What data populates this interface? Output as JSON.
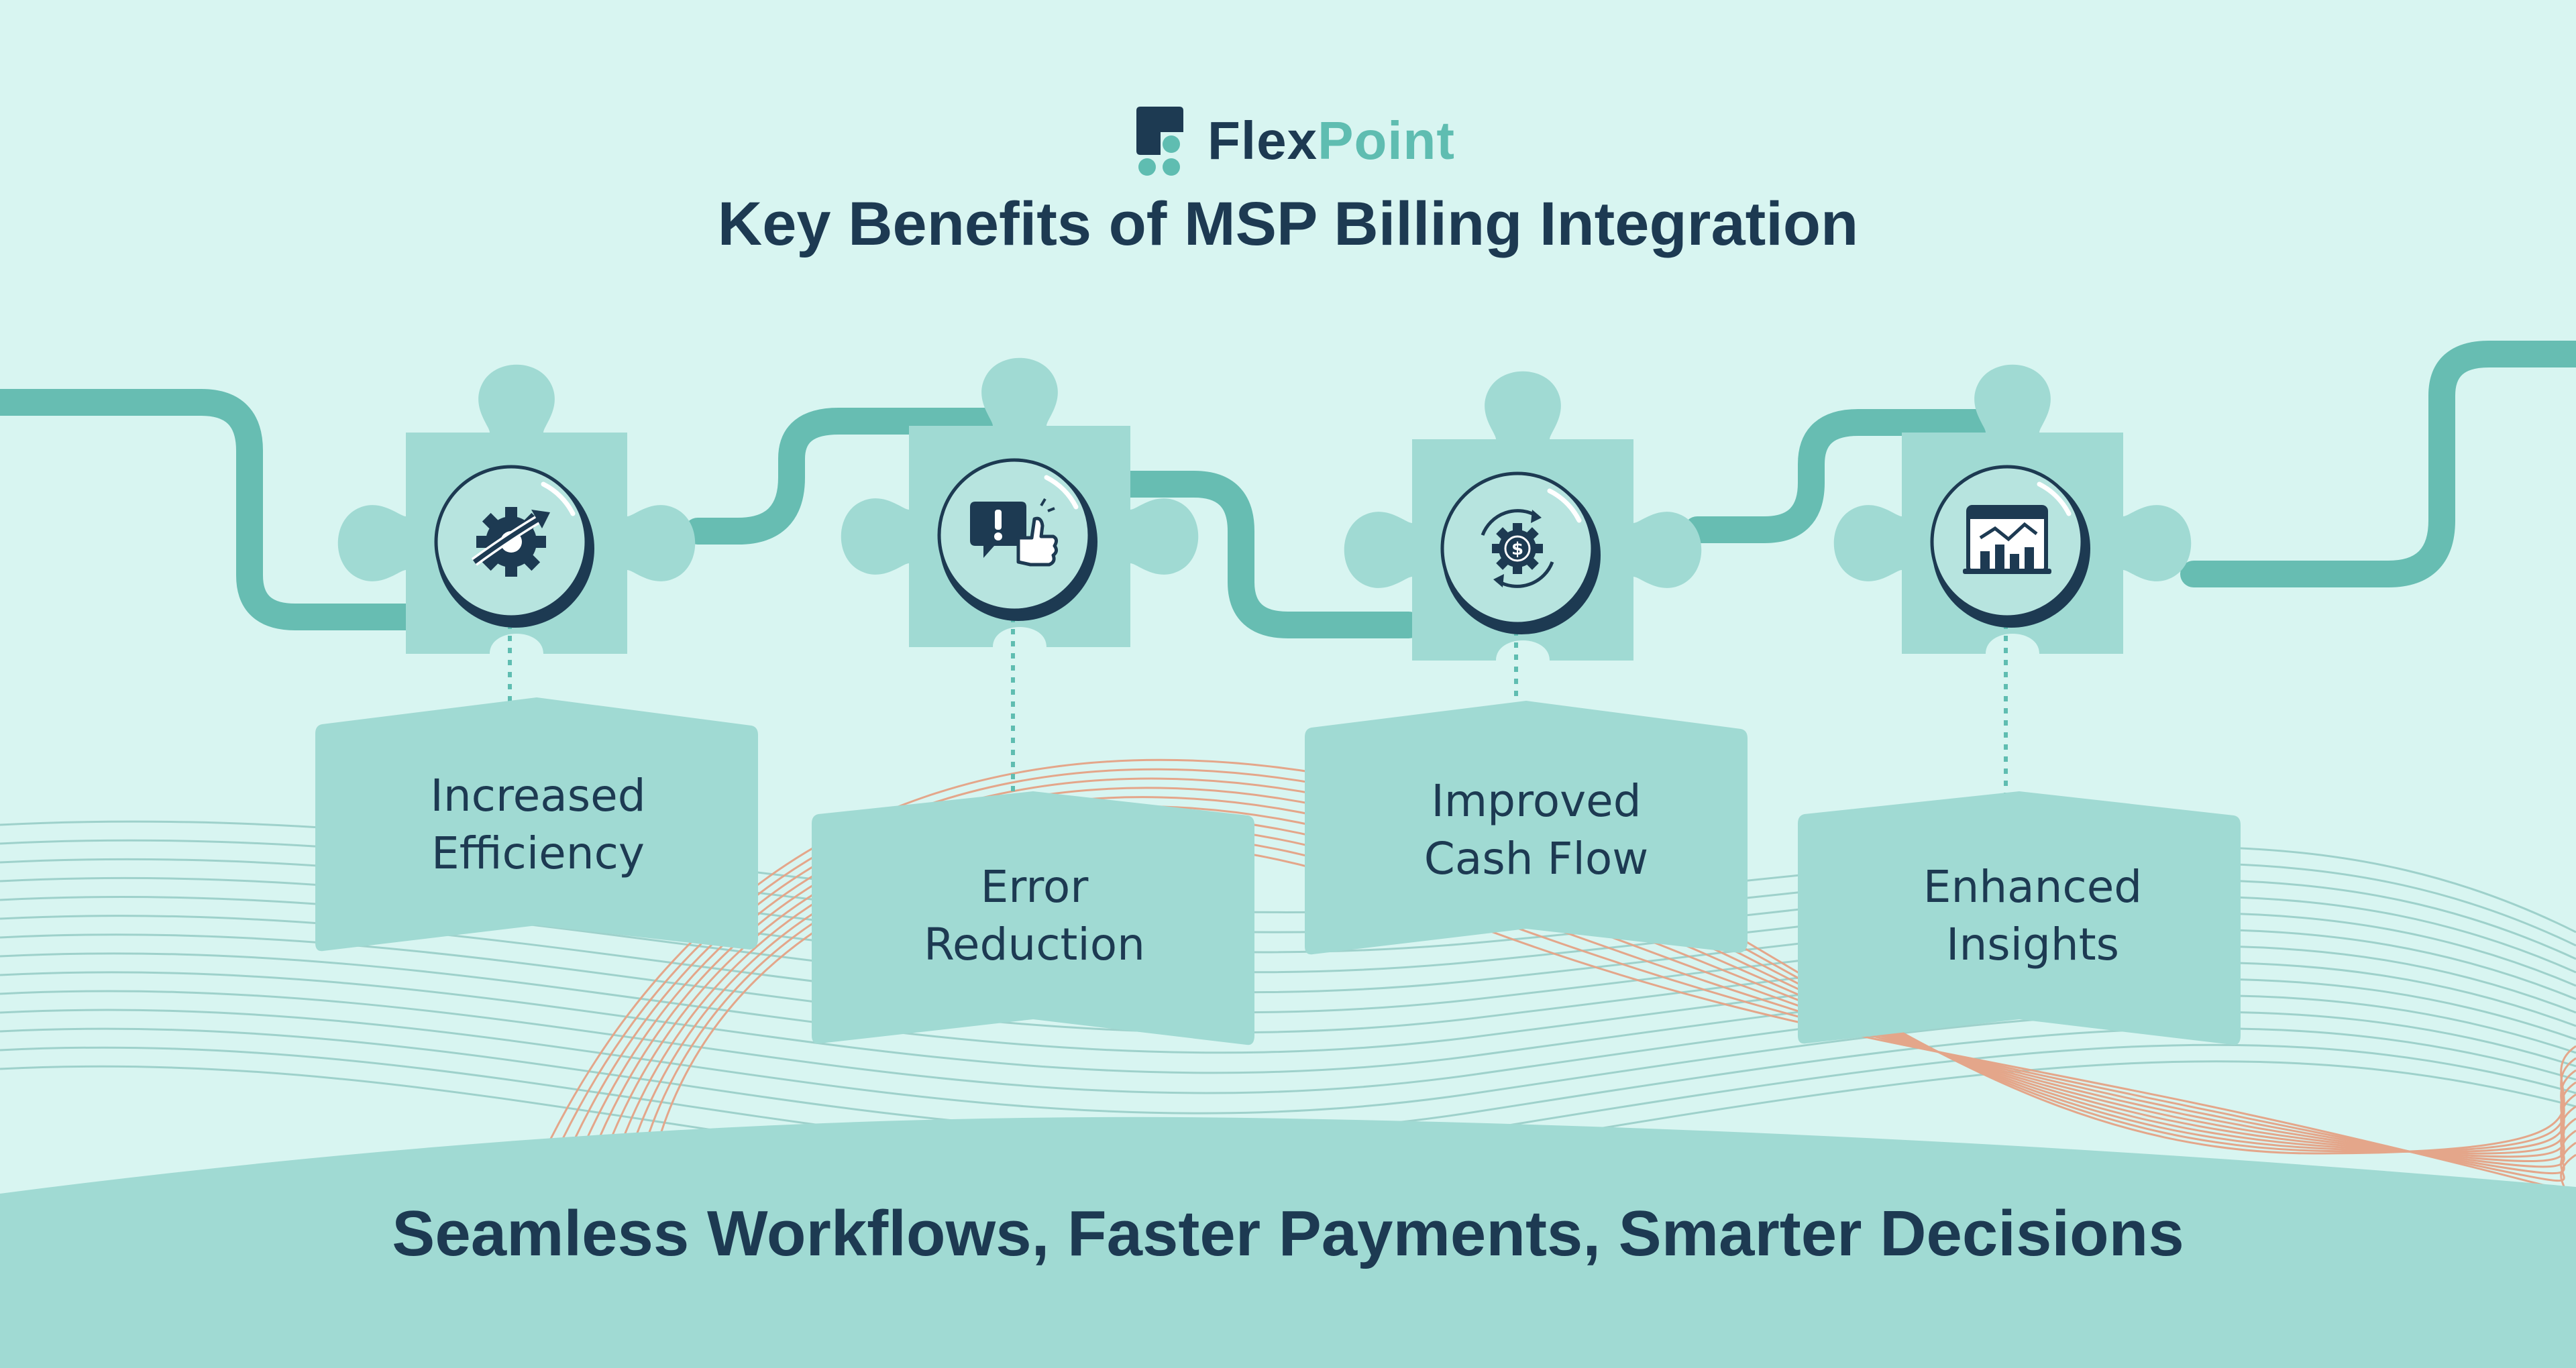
{
  "brand": {
    "name_part1": "Flex",
    "name_part2": "Point",
    "logo_icon": "flexpoint-logo-icon"
  },
  "title": "Key Benefits of MSP Billing Integration",
  "benefits": [
    {
      "line1": "Increased",
      "line2": "Efficiency",
      "icon": "gear-growth-arrow-icon"
    },
    {
      "line1": "Error",
      "line2": "Reduction",
      "icon": "alert-thumbs-up-icon"
    },
    {
      "line1": "Improved",
      "line2": "Cash Flow",
      "icon": "dollar-gear-cycle-icon"
    },
    {
      "line1": "Enhanced",
      "line2": "Insights",
      "icon": "analytics-dashboard-icon"
    }
  ],
  "tagline": "Seamless Workflows, Faster Payments, Smarter Decisions",
  "colors": {
    "background": "#d8f5f1",
    "puzzle": "#a0dad3",
    "pipe": "#67bdb2",
    "dark_navy": "#1d3a52",
    "accent_teal": "#5fbdb1",
    "orange_lines": "#e4a68a",
    "teal_lines": "#9ed1cb"
  }
}
